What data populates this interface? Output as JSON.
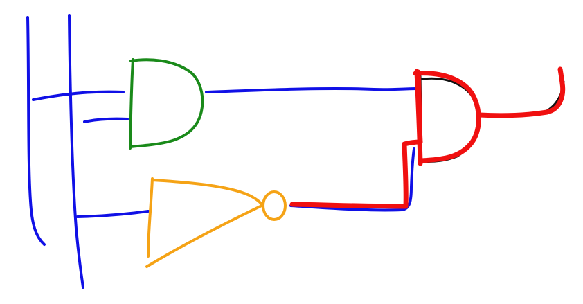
{
  "diagram": {
    "kind": "hand-drawn logic circuit",
    "colors": {
      "bus": "#1010e6",
      "and_gate_1": "#1a8a1a",
      "not_gate": "#f5a316",
      "highlight": "#f01010",
      "shadow": "#111111",
      "background": "#ffffff"
    },
    "components": [
      {
        "id": "bus-line-a",
        "type": "input-bus"
      },
      {
        "id": "bus-line-b",
        "type": "input-bus"
      },
      {
        "id": "and-gate-1",
        "type": "AND"
      },
      {
        "id": "not-gate",
        "type": "NOT"
      },
      {
        "id": "and-gate-2",
        "type": "AND",
        "highlighted": true
      }
    ],
    "connections": [
      {
        "from": "bus-line-a",
        "to": "and-gate-1"
      },
      {
        "from": "bus-line-b",
        "to": "and-gate-1"
      },
      {
        "from": "bus-line-b",
        "to": "not-gate"
      },
      {
        "from": "and-gate-1",
        "to": "and-gate-2"
      },
      {
        "from": "not-gate",
        "to": "and-gate-2",
        "highlighted": true
      },
      {
        "from": "and-gate-2",
        "to": "output",
        "highlighted": true
      }
    ]
  }
}
